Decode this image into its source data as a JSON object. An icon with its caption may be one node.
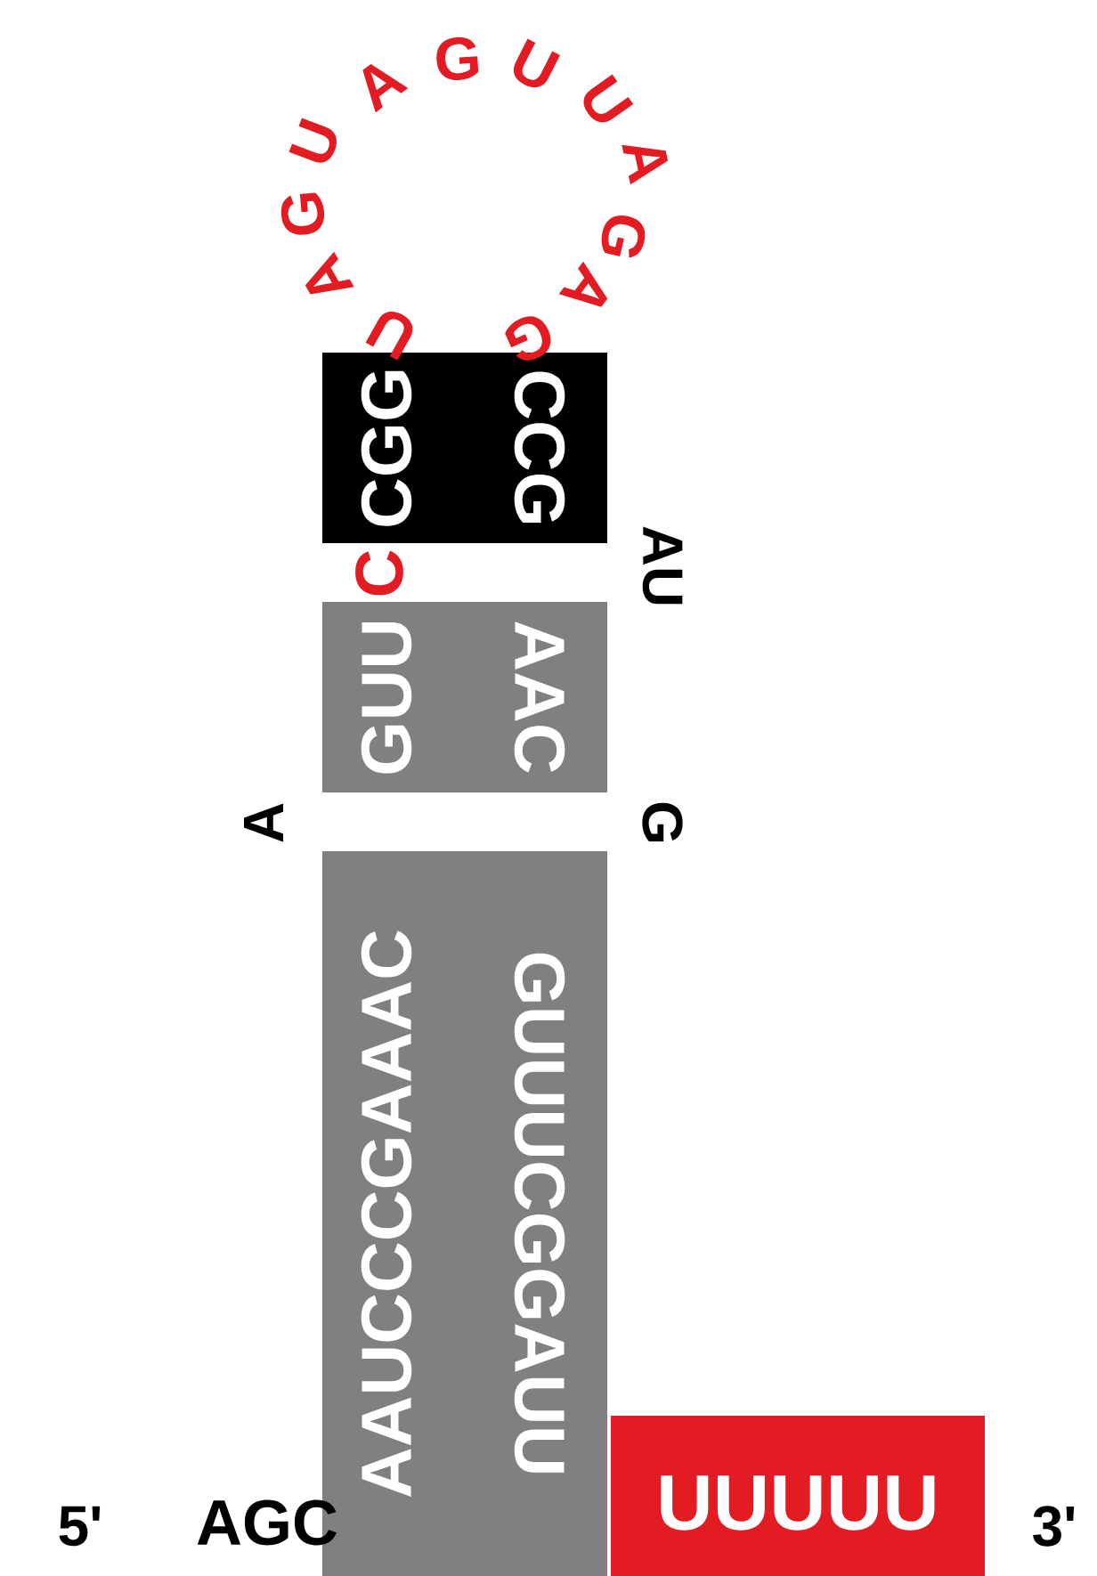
{
  "diagram": {
    "nodes": [
      {
        "text": [
          "CGG",
          "CCG"
        ]
      },
      {
        "text": [
          "GUU",
          "AAC"
        ]
      },
      {
        "text": [
          "AAUCCCGAAAC",
          "GUUUCGGAUU"
        ]
      },
      {
        "text": [
          "UUUUU"
        ]
      }
    ],
    "labels": [
      "U",
      "A",
      "G",
      "U",
      "A",
      "G",
      "U",
      "U",
      "A",
      "G",
      "A",
      "G",
      "C",
      "AU",
      "A",
      "G",
      "5'",
      "AGC",
      "3'"
    ]
  }
}
